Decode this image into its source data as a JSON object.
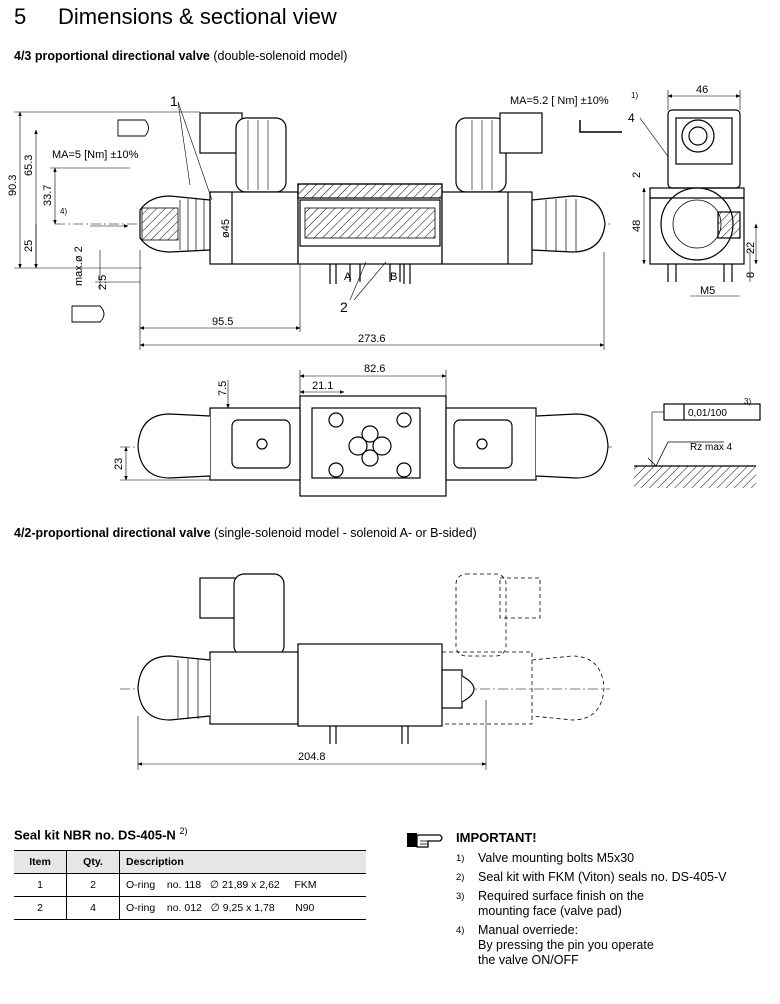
{
  "header": {
    "number": "5",
    "title": "Dimensions & sectional view"
  },
  "section1": {
    "bold": "4/3 proportional directional valve",
    "normal": " (double-solenoid model)"
  },
  "section2": {
    "bold": "4/2-proportional directional valve",
    "normal": " (single-solenoid model - solenoid A- or B-sided)"
  },
  "drawing": {
    "torque_left": "MA=5 [Nm] ±10%",
    "torque_right": "MA=5.2 [ Nm] ±10%",
    "torque_right_note": "1)",
    "callout_1": "1",
    "callout_2": "2",
    "callout_4": "4",
    "note_4": "4)",
    "port_a": "A",
    "port_b": "B",
    "dim_90_3": "90.3",
    "dim_65_3": "65.3",
    "dim_33_7": "33.7",
    "dim_25": "25",
    "dim_max_d2": "max.ø 2",
    "dim_2_5": "2.5",
    "dim_d45": "ø45",
    "dim_95_5": "95.5",
    "dim_273_6": "273.6",
    "dim_46": "46",
    "dim_2": "2",
    "dim_48": "48",
    "dim_22": "22",
    "dim_8": "8",
    "dim_m5": "M5",
    "dim_82_6": "82.6",
    "dim_21_1": "21.1",
    "dim_7_5": "7.5",
    "dim_23": "23",
    "flatness": "0,01/100",
    "flatness_note": "3)",
    "roughness": "Rz max 4",
    "dim_204_8": "204.8"
  },
  "seal_kit": {
    "title": "Seal kit NBR no. DS-405-N",
    "title_note": "2)",
    "headers": [
      "Item",
      "Qty.",
      "Description"
    ],
    "rows": [
      {
        "item": "1",
        "qty": "2",
        "desc": "O-ring",
        "no": "no. 118",
        "size": "∅ 21,89 x 2,62",
        "mat": "FKM"
      },
      {
        "item": "2",
        "qty": "4",
        "desc": "O-ring",
        "no": "no. 012",
        "size": "∅ 9,25 x 1,78",
        "mat": "N90"
      }
    ]
  },
  "important": {
    "title": "IMPORTANT!",
    "notes": [
      {
        "n": "1)",
        "text": "Valve mounting bolts M5x30"
      },
      {
        "n": "2)",
        "text": "Seal kit with FKM (Viton) seals no. DS-405-V"
      },
      {
        "n": "3)",
        "text": "Required surface finish on the\nmounting face (valve pad)"
      },
      {
        "n": "4)",
        "text": "Manual overriede:\nBy pressing the pin you operate\nthe valve ON/OFF"
      }
    ]
  }
}
